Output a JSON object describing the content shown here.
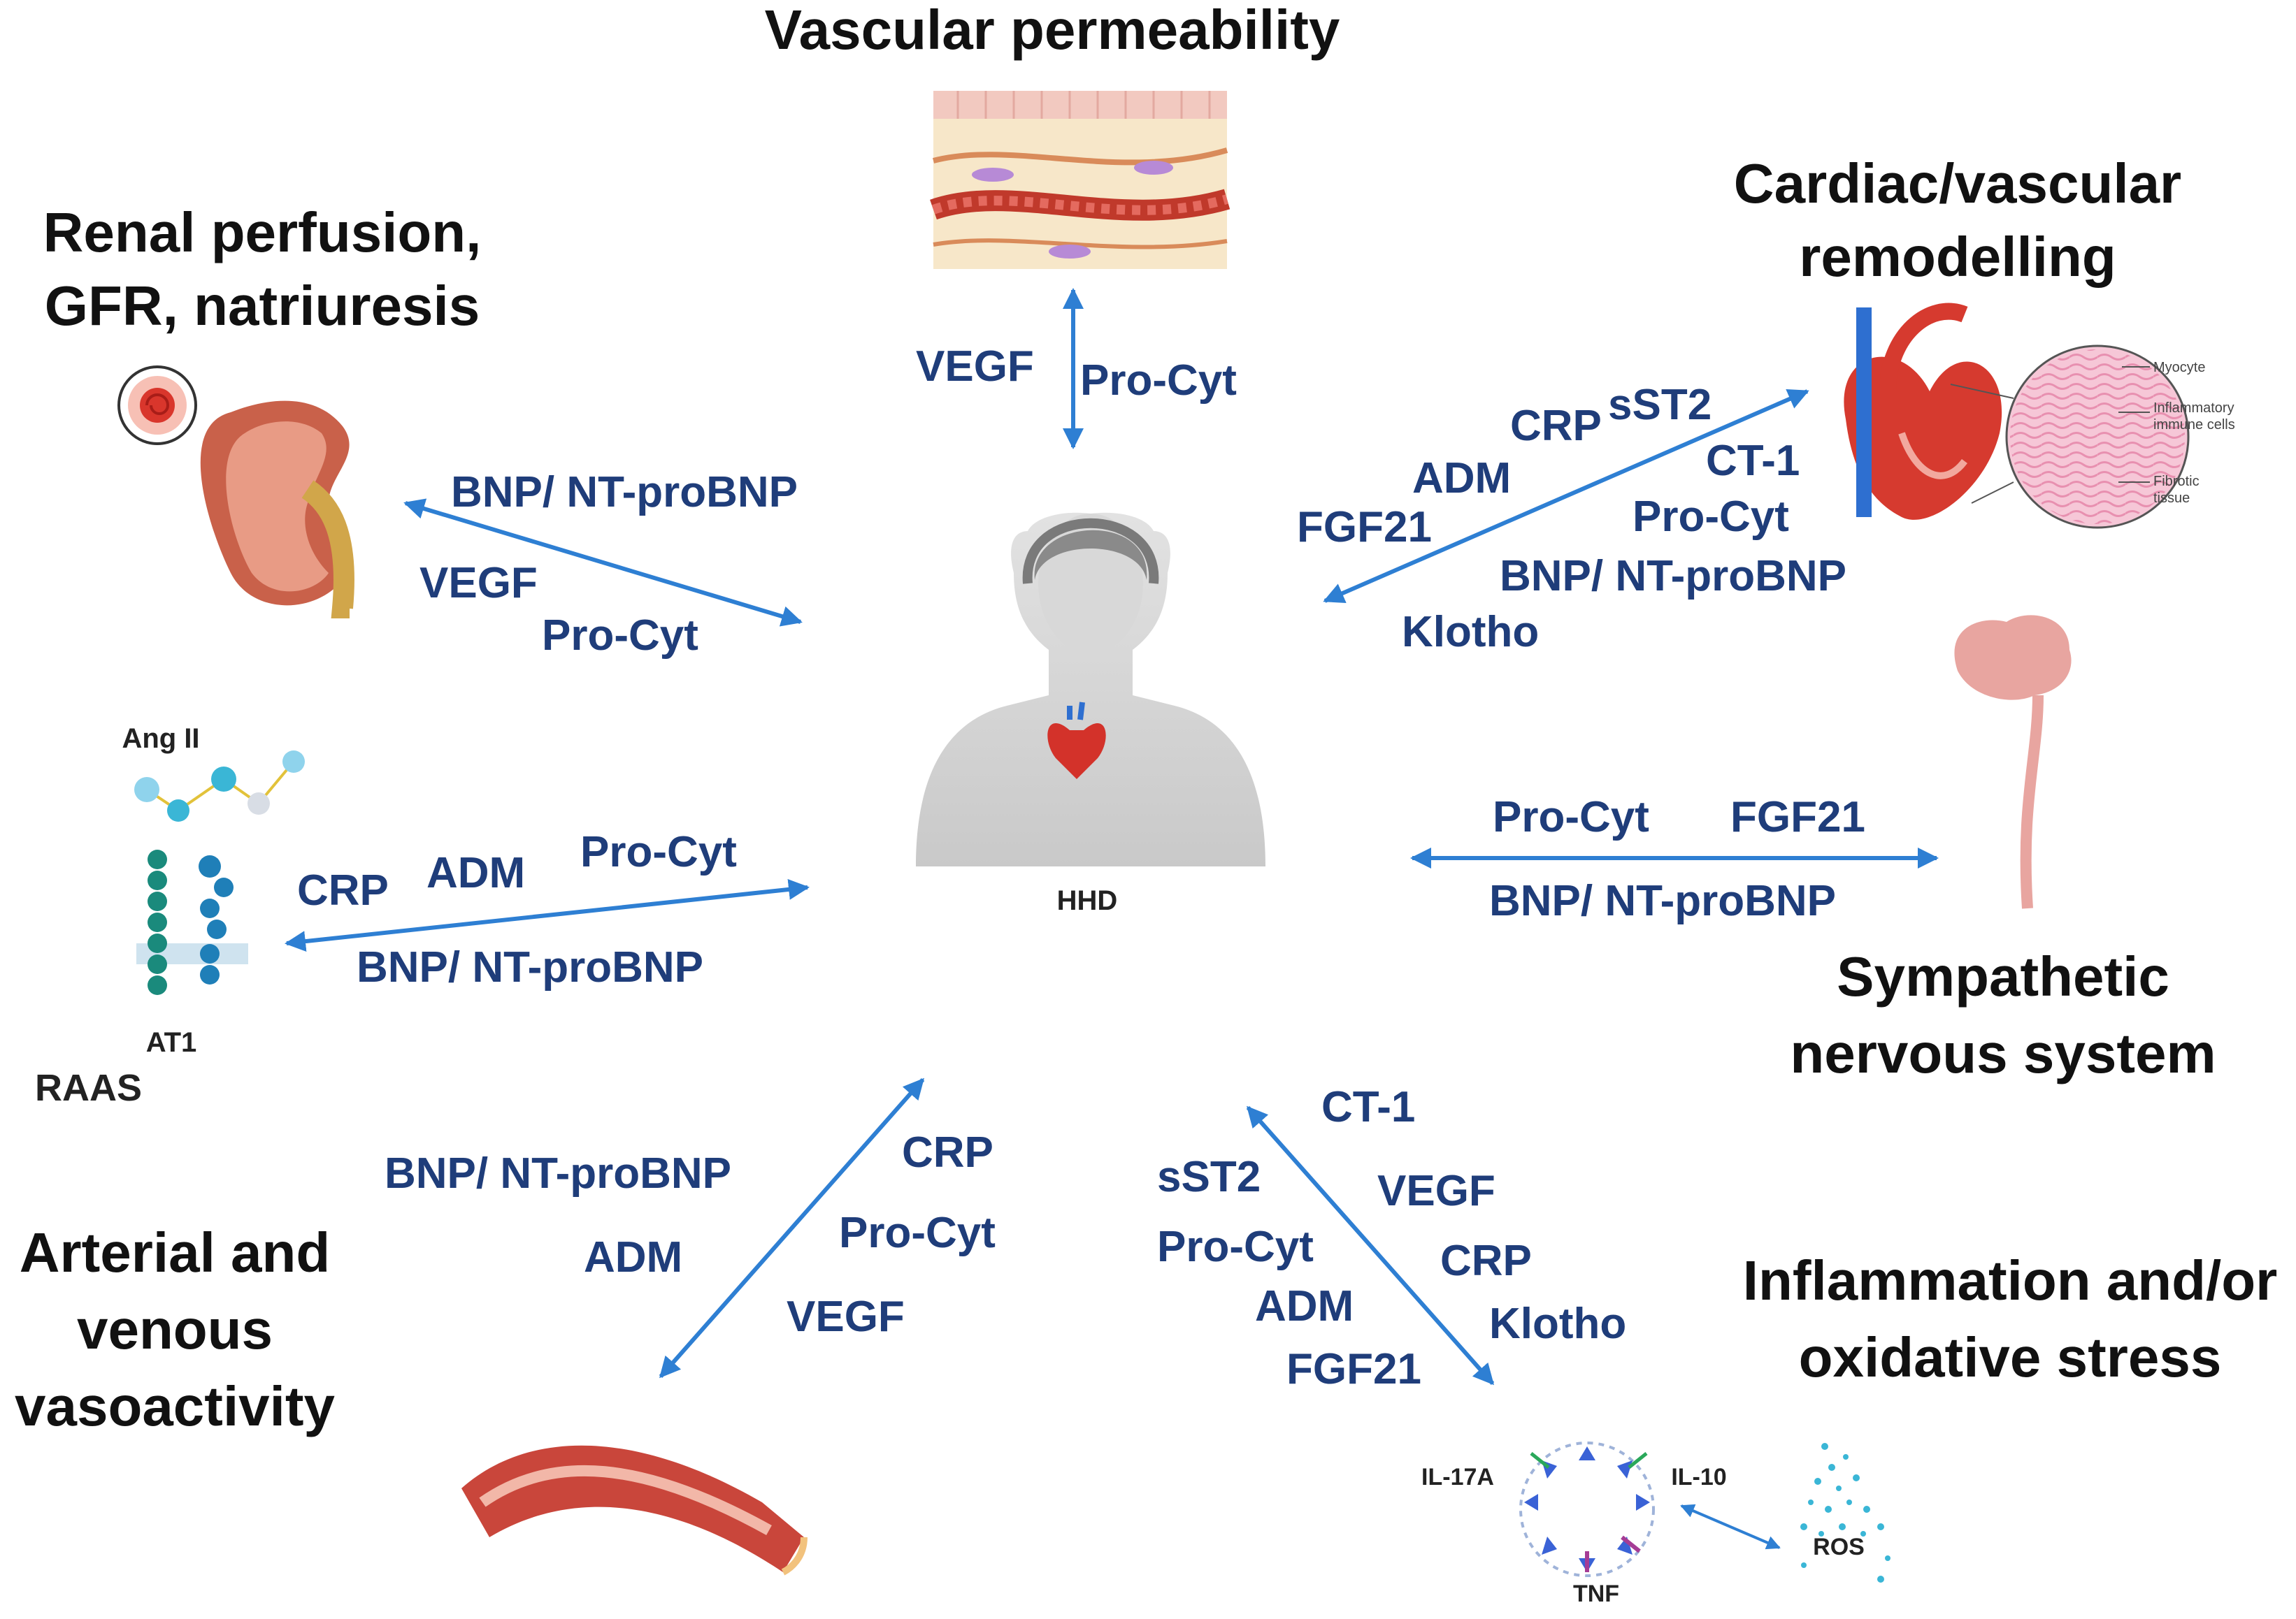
{
  "center": {
    "label": "HHD"
  },
  "titles": {
    "vascular": "Vascular permeability",
    "renal_1": "Renal perfusion,",
    "renal_2": "GFR, natriuresis",
    "cardiac_1": "Cardiac/vascular",
    "cardiac_2": "remodelling",
    "sympathetic_1": "Sympathetic",
    "sympathetic_2": "nervous system",
    "arterial_1": "Arterial and",
    "arterial_2": "venous",
    "arterial_3": "vasoactivity",
    "inflammation_1": "Inflammation and/or",
    "inflammation_2": "oxidative stress",
    "raas": "RAAS"
  },
  "small_labels": {
    "ang2": "Ang II",
    "at1": "AT1",
    "il17a": "IL-17A",
    "il10": "IL-10",
    "tnf": "TNF",
    "ros": "ROS",
    "myocyte": "Myocyte",
    "inflam_1": "Inflammatory",
    "inflam_2": "immune cells",
    "fibrotic_1": "Fibrotic",
    "fibrotic_2": "tissue"
  },
  "links": {
    "vascular": [
      "VEGF",
      "Pro-Cyt"
    ],
    "renal": [
      "BNP/ NT-proBNP",
      "VEGF",
      "Pro-Cyt"
    ],
    "cardiac": [
      "CRP",
      "sST2",
      "ADM",
      "CT-1",
      "FGF21",
      "Pro-Cyt",
      "BNP/ NT-proBNP",
      "Klotho"
    ],
    "raas": [
      "CRP",
      "ADM",
      "Pro-Cyt",
      "BNP/ NT-proBNP"
    ],
    "sympathetic": [
      "Pro-Cyt",
      "FGF21",
      "BNP/ NT-proBNP"
    ],
    "arterial": [
      "BNP/ NT-proBNP",
      "ADM",
      "CRP",
      "Pro-Cyt",
      "VEGF"
    ],
    "inflammation": [
      "CT-1",
      "sST2",
      "VEGF",
      "Pro-Cyt",
      "CRP",
      "ADM",
      "Klotho",
      "FGF21"
    ]
  },
  "colors": {
    "arrow": "#2e7fd3",
    "label": "#1f3d7a",
    "title": "#111111"
  }
}
